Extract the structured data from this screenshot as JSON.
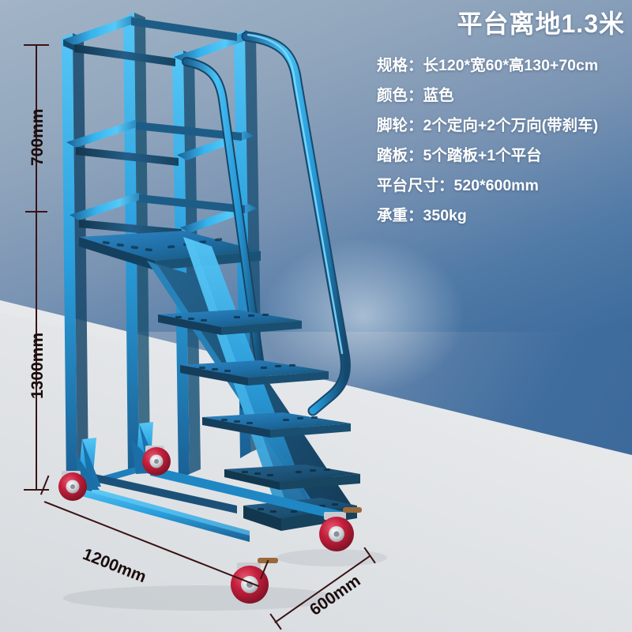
{
  "panel": {
    "title": "平台离地1.3米",
    "specs": [
      "规格：长120*宽60*高130+70cm",
      "颜色：蓝色",
      "脚轮：2个定向+2个万向(带刹车)",
      "踏板：5个踏板+1个平台",
      "平台尺寸：520*600mm",
      "承重：350kg"
    ]
  },
  "dimensions": {
    "upper_height": "700mm",
    "lower_height": "1300mm",
    "length": "1200mm",
    "width": "600mm"
  },
  "colors": {
    "backdrop_blue": "#3c6b9c",
    "backdrop_light": "#9aaec2",
    "floor_gray": "#e9ebed",
    "ladder_bright_blue": "#29a9e8",
    "ladder_mid_blue": "#1e7fc0",
    "ladder_dark_blue": "#1c4b73",
    "caster_red": "#c0203a",
    "caster_hub": "#d9dcdf",
    "dimension_line": "#3a1414",
    "text_white": "#ffffff"
  },
  "product": {
    "name": "platform-ladder-cart",
    "step_count": 5,
    "platform_count": 1,
    "caster_count": 4
  }
}
